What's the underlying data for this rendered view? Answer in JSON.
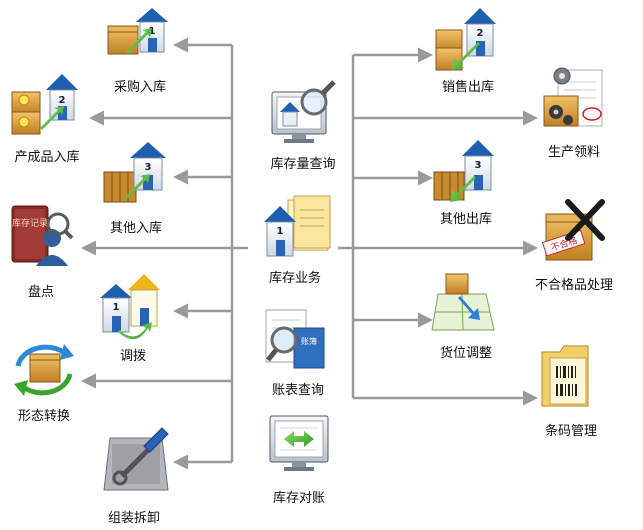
{
  "center": {
    "inventory_query": "库存量查询",
    "inventory_business": "库存业务",
    "ledger_query": "账表查询",
    "inventory_reconcile": "库存对账"
  },
  "left": {
    "purchase_in": "采购入库",
    "finished_goods_in": "产成品入库",
    "other_in": "其他入库",
    "stocktake": "盘点",
    "transfer": "调拨",
    "form_conversion": "形态转换",
    "assembly": "组装拆卸"
  },
  "right": {
    "sales_out": "销售出库",
    "production_pick": "生产领料",
    "other_out": "其他出库",
    "nonconforming": "不合格品处理",
    "location_adjust": "货位调整",
    "barcode_manage": "条码管理"
  },
  "icon_text": {
    "stocktake_book": "库存记录",
    "nonconforming_stamp": "不合格",
    "ledger_book": "账簿"
  },
  "colors": {
    "arrow": "#9a9a9a",
    "house_roof": "#1f5fb0",
    "box": "#d99a3a",
    "green_arrow": "#3aa22e"
  }
}
